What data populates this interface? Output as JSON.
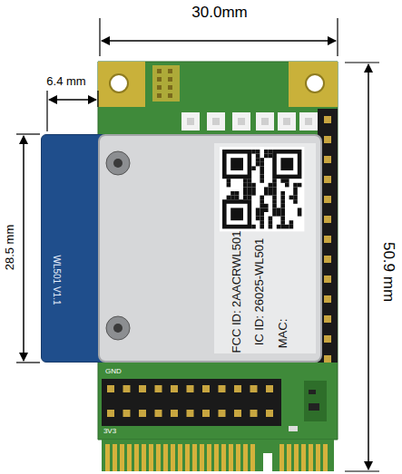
{
  "diagram": {
    "nodes": [
      {
        "text": [
          "WL501 V1.1"
        ]
      },
      {
        "text": [
          "FCC ID: 2AACRWL501",
          "IC ID: 26025-WL501",
          "MAC:"
        ]
      }
    ],
    "labels": [
      "30.0mm",
      "6.4 mm",
      "28.5 mm",
      "50.9 mm",
      "GND",
      "3V3"
    ]
  }
}
